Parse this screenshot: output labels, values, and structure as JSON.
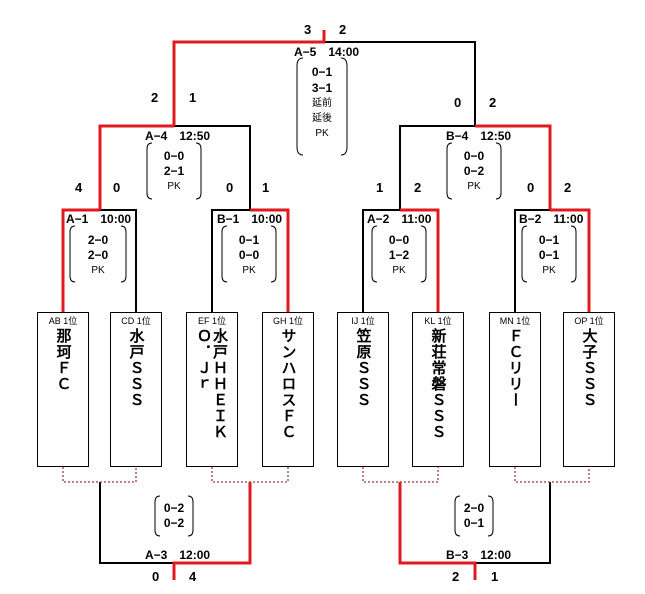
{
  "teams": [
    {
      "rank": "AB 1位",
      "name": "那珂ＦＣ"
    },
    {
      "rank": "CD 1位",
      "name": "水戸ＳＳＳ"
    },
    {
      "rank": "EF 1位",
      "name": "水戸ＨＨＥＩＫＯ．Ｊｒ"
    },
    {
      "rank": "GH 1位",
      "name": "サンハロスＦＣ"
    },
    {
      "rank": "IJ 1位",
      "name": "笠原ＳＳＳ"
    },
    {
      "rank": "KL 1位",
      "name": "新荘常磐ＳＳＳ"
    },
    {
      "rank": "MN 1位",
      "name": "ＦＣリリー"
    },
    {
      "rank": "OP 1位",
      "name": "大子ＳＳＳ"
    }
  ],
  "matches": {
    "A1": {
      "label": "A−1　10:00",
      "score_left": "4",
      "score_right": "0",
      "lines": [
        "2−0",
        "2−0"
      ],
      "pk": "PK"
    },
    "B1": {
      "label": "B−1　10:00",
      "score_left": "0",
      "score_right": "1",
      "lines": [
        "0−1",
        "0−0"
      ],
      "pk": "PK"
    },
    "A2": {
      "label": "A−2　11:00",
      "score_left": "1",
      "score_right": "2",
      "lines": [
        "0−0",
        "1−2"
      ],
      "pk": "PK"
    },
    "B2": {
      "label": "B−2　11:00",
      "score_left": "0",
      "score_right": "2",
      "lines": [
        "0−1",
        "0−1"
      ],
      "pk": "PK"
    },
    "A4": {
      "label": "A−4　12:50",
      "score_left": "2",
      "score_right": "1",
      "lines": [
        "0−0",
        "2−1"
      ],
      "pk": "PK"
    },
    "B4": {
      "label": "B−4　12:50",
      "score_left": "0",
      "score_right": "2",
      "lines": [
        "0−0",
        "0−2"
      ],
      "pk": "PK"
    },
    "A5": {
      "label": "A−5　14:00",
      "score_left": "3",
      "score_right": "2",
      "lines": [
        "0−1",
        "3−1"
      ],
      "extra": [
        "延前",
        "延後"
      ],
      "pk": "PK"
    },
    "A3": {
      "label": "A−3　12:00",
      "score_left": "0",
      "score_right": "4",
      "lines": [
        "0−2",
        "0−2"
      ]
    },
    "B3": {
      "label": "B−3　12:00",
      "score_left": "2",
      "score_right": "1",
      "lines": [
        "2−0",
        "0−1"
      ]
    }
  },
  "colors": {
    "winner_line": "#e0191f",
    "line": "#000000",
    "dotted_line": "#b03030"
  }
}
